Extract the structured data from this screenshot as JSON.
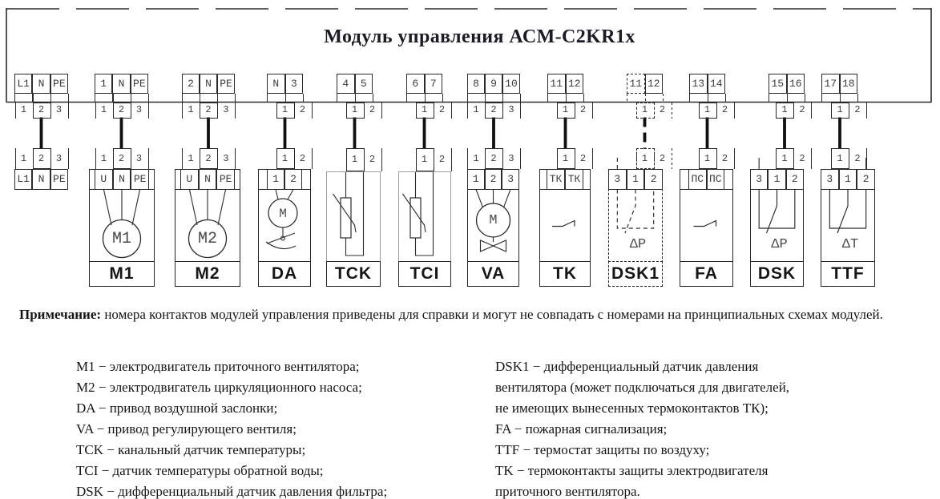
{
  "title": "Модуль управления АСМ-C2KR1x",
  "note": {
    "label": "Примечание:",
    "text": "номера контактов модулей управления приведены для справки и могут не совпадать с номерами на принципиальных схемах модулей."
  },
  "legend_left": [
    "M1 − электродвигатель приточного вентилятора;",
    "M2 − электродвигатель циркуляционного насоса;",
    "DA − привод воздушной заслонки;",
    "VA − привод регулирующего вентиля;",
    "TCK − канальный датчик температуры;",
    "TCI − датчик температуры обратной воды;",
    "DSK − дифференциальный датчик давления фильтра;"
  ],
  "legend_right": [
    "DSK1 − дифференциальный датчик давления",
    "вентилятора (может подключаться для двигателей,",
    "не имеющих вынесенных термоконтактов ТК);",
    "FA − пожарная сигнализация;",
    "TTF − термостат защиты по воздуху;",
    "TK − термоконтакты защиты электродвигателя",
    "приточного вентилятора."
  ],
  "colors": {
    "line": "#2b2b2b",
    "cable": "#101010",
    "grey_box": "#9c9c9c",
    "text": "#151515"
  },
  "columns": [
    {
      "id": "power-input",
      "top_labels": [
        "L1",
        "N",
        "PE"
      ],
      "top_numbers": [
        "1",
        "2",
        "3"
      ],
      "mirror": {
        "numbers": [
          "1",
          "2",
          "3"
        ],
        "labels": [
          "L1",
          "N",
          "PE"
        ]
      }
    },
    {
      "id": "m1",
      "top_labels": [
        "1",
        "N",
        "PE"
      ],
      "top_numbers": [
        "1",
        "2",
        "3"
      ],
      "device": {
        "label": "M1",
        "connector": [
          "1",
          "2",
          "3"
        ],
        "terminals": [
          "U",
          "N",
          "PE"
        ],
        "symbol": "motor",
        "symbol_text": "M1"
      }
    },
    {
      "id": "m2",
      "top_labels": [
        "2",
        "N",
        "PE"
      ],
      "top_numbers": [
        "1",
        "2",
        "3"
      ],
      "device": {
        "label": "M2",
        "connector": [
          "1",
          "2",
          "3"
        ],
        "terminals": [
          "U",
          "N",
          "PE"
        ],
        "symbol": "motor",
        "symbol_text": "M2"
      }
    },
    {
      "id": "da",
      "top_labels": [
        "N",
        "3"
      ],
      "top_numbers": [
        "1",
        "2"
      ],
      "device": {
        "label": "DA",
        "connector": [
          "1",
          "2"
        ],
        "terminals": [
          "1",
          "2"
        ],
        "symbol": "damper",
        "symbol_text": "M"
      }
    },
    {
      "id": "tck",
      "top_labels": [
        "4",
        "5"
      ],
      "top_numbers": [
        "1",
        "2"
      ],
      "device": {
        "label": "TCK",
        "connector": [
          "1",
          "2"
        ],
        "terminals": [],
        "symbol": "thermistor",
        "symbol_text": ""
      }
    },
    {
      "id": "tci",
      "top_labels": [
        "6",
        "7"
      ],
      "top_numbers": [
        "1",
        "2"
      ],
      "device": {
        "label": "TCI",
        "connector": [
          "1",
          "2"
        ],
        "terminals": [],
        "symbol": "thermistor",
        "symbol_text": ""
      }
    },
    {
      "id": "va",
      "top_labels": [
        "8",
        "9",
        "10"
      ],
      "top_numbers": [
        "1",
        "2",
        "3"
      ],
      "device": {
        "label": "VA",
        "connector": [
          "1",
          "2",
          "3"
        ],
        "terminals": [
          "1",
          "2",
          "3"
        ],
        "symbol": "valve",
        "symbol_text": "M"
      }
    },
    {
      "id": "tk",
      "top_labels": [
        "11",
        "12"
      ],
      "top_numbers": [
        "1",
        "2"
      ],
      "device": {
        "label": "TK",
        "connector": [
          "1",
          "2"
        ],
        "terminals": [
          "ТК",
          "ТК"
        ],
        "symbol": "contact",
        "symbol_text": ""
      }
    },
    {
      "id": "dsk1",
      "dashed": true,
      "top_labels": [
        "11",
        "12"
      ],
      "top_numbers": [
        "1",
        "2"
      ],
      "device": {
        "label": "DSK1",
        "connector": [
          "1",
          "2"
        ],
        "terminals": [
          "3",
          "1",
          "2"
        ],
        "symbol": "pswitch",
        "symbol_text": "ΔP"
      }
    },
    {
      "id": "fa",
      "top_labels": [
        "13",
        "14"
      ],
      "top_numbers": [
        "1",
        "2"
      ],
      "device": {
        "label": "FA",
        "connector": [
          "1",
          "2"
        ],
        "terminals": [
          "ПС",
          "ПС"
        ],
        "symbol": "contact",
        "symbol_text": ""
      }
    },
    {
      "id": "dsk",
      "top_labels": [
        "15",
        "16"
      ],
      "top_numbers": [
        "1",
        "2"
      ],
      "device": {
        "label": "DSK",
        "connector": [
          "1",
          "2"
        ],
        "terminals": [
          "3",
          "1",
          "2"
        ],
        "symbol": "pswitch",
        "symbol_text": "ΔP"
      }
    },
    {
      "id": "ttf",
      "top_labels": [
        "17",
        "18"
      ],
      "top_numbers": [
        "1",
        "2"
      ],
      "device": {
        "label": "TTF",
        "connector": [
          "1",
          "2"
        ],
        "terminals": [
          "3",
          "1",
          "2"
        ],
        "symbol": "tswitch",
        "symbol_text": "ΔT"
      }
    }
  ]
}
